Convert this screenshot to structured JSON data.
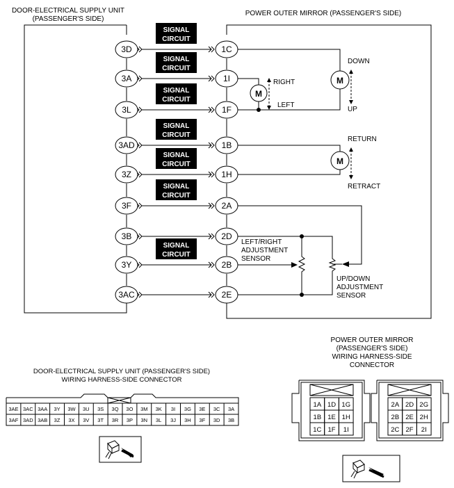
{
  "left_unit": {
    "title_line1": "DOOR-ELECTRICAL SUPPLY UNIT",
    "title_line2": "(PASSENGER'S SIDE)"
  },
  "right_unit": {
    "title": "POWER OUTER MIRROR (PASSENGER'S SIDE)"
  },
  "signal_box": {
    "line1": "SIGNAL",
    "line2": "CIRCUIT"
  },
  "motor_symbol": "M",
  "wires": [
    {
      "left": "3D",
      "right": "1C",
      "signal": true
    },
    {
      "left": "3A",
      "right": "1I",
      "signal": true
    },
    {
      "left": "3L",
      "right": "1F",
      "signal": true
    },
    {
      "left": "3AD",
      "right": "1B",
      "signal": true
    },
    {
      "left": "3Z",
      "right": "1H",
      "signal": true
    },
    {
      "left": "3F",
      "right": "2A",
      "signal": true
    },
    {
      "left": "3B",
      "right": "2D",
      "signal": false
    },
    {
      "left": "3Y",
      "right": "2B",
      "signal": true
    },
    {
      "left": "3AC",
      "right": "2E",
      "signal": false
    }
  ],
  "labels": {
    "down": "DOWN",
    "up": "UP",
    "right": "RIGHT",
    "left": "LEFT",
    "return": "RETURN",
    "retract": "RETRACT",
    "lr_sensor_1": "LEFT/RIGHT",
    "lr_sensor_2": "ADJUSTMENT",
    "lr_sensor_3": "SENSOR",
    "ud_sensor_1": "UP/DOWN",
    "ud_sensor_2": "ADJUSTMENT",
    "ud_sensor_3": "SENSOR"
  },
  "left_connector": {
    "title_line1": "DOOR-ELECTRICAL SUPPLY UNIT (PASSENGER'S SIDE)",
    "title_line2": "WIRING HARNESS-SIDE CONNECTOR",
    "row_top": [
      "3AE",
      "3AC",
      "3AA",
      "3Y",
      "3W",
      "3U",
      "3S",
      "3Q",
      "3O",
      "3M",
      "3K",
      "3I",
      "3G",
      "3E",
      "3C",
      "3A"
    ],
    "row_bottom": [
      "3AF",
      "3AD",
      "3AB",
      "3Z",
      "3X",
      "3V",
      "3T",
      "3R",
      "3P",
      "3N",
      "3L",
      "3J",
      "3H",
      "3F",
      "3D",
      "3B"
    ]
  },
  "right_connector": {
    "title_line1": "POWER OUTER MIRROR",
    "title_line2": "(PASSENGER'S SIDE)",
    "title_line3": "WIRING HARNESS-SIDE",
    "title_line4": "CONNECTOR",
    "block1": [
      [
        "1A",
        "1D",
        "1G"
      ],
      [
        "1B",
        "1E",
        "1H"
      ],
      [
        "1C",
        "1F",
        "1I"
      ]
    ],
    "block2": [
      [
        "2A",
        "2D",
        "2G"
      ],
      [
        "2B",
        "2E",
        "2H"
      ],
      [
        "2C",
        "2F",
        "2I"
      ]
    ]
  }
}
